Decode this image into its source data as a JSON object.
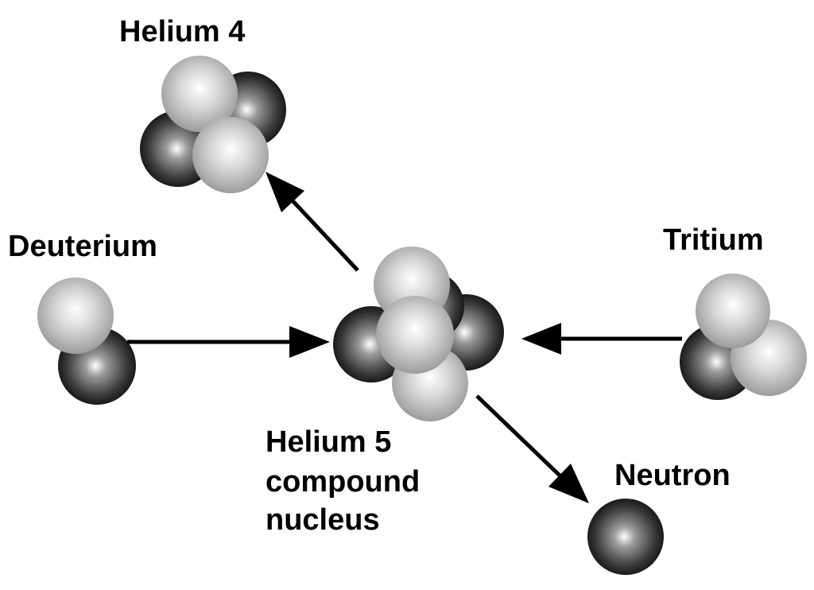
{
  "labels": {
    "helium4": "Helium 4",
    "deuterium": "Deuterium",
    "tritium": "Tritium",
    "helium5_line1": "Helium 5",
    "helium5_line2": "compound",
    "helium5_line3": "nucleus",
    "neutron": "Neutron"
  },
  "colors": {
    "proton_light": "#f4f4f4",
    "proton_mid": "#c8c8c8",
    "proton_edge": "#9a9a9a",
    "neutron_light": "#ffffff",
    "neutron_mid": "#6e6e6e",
    "neutron_edge": "#141414",
    "arrow": "#000000",
    "text": "#000000"
  }
}
